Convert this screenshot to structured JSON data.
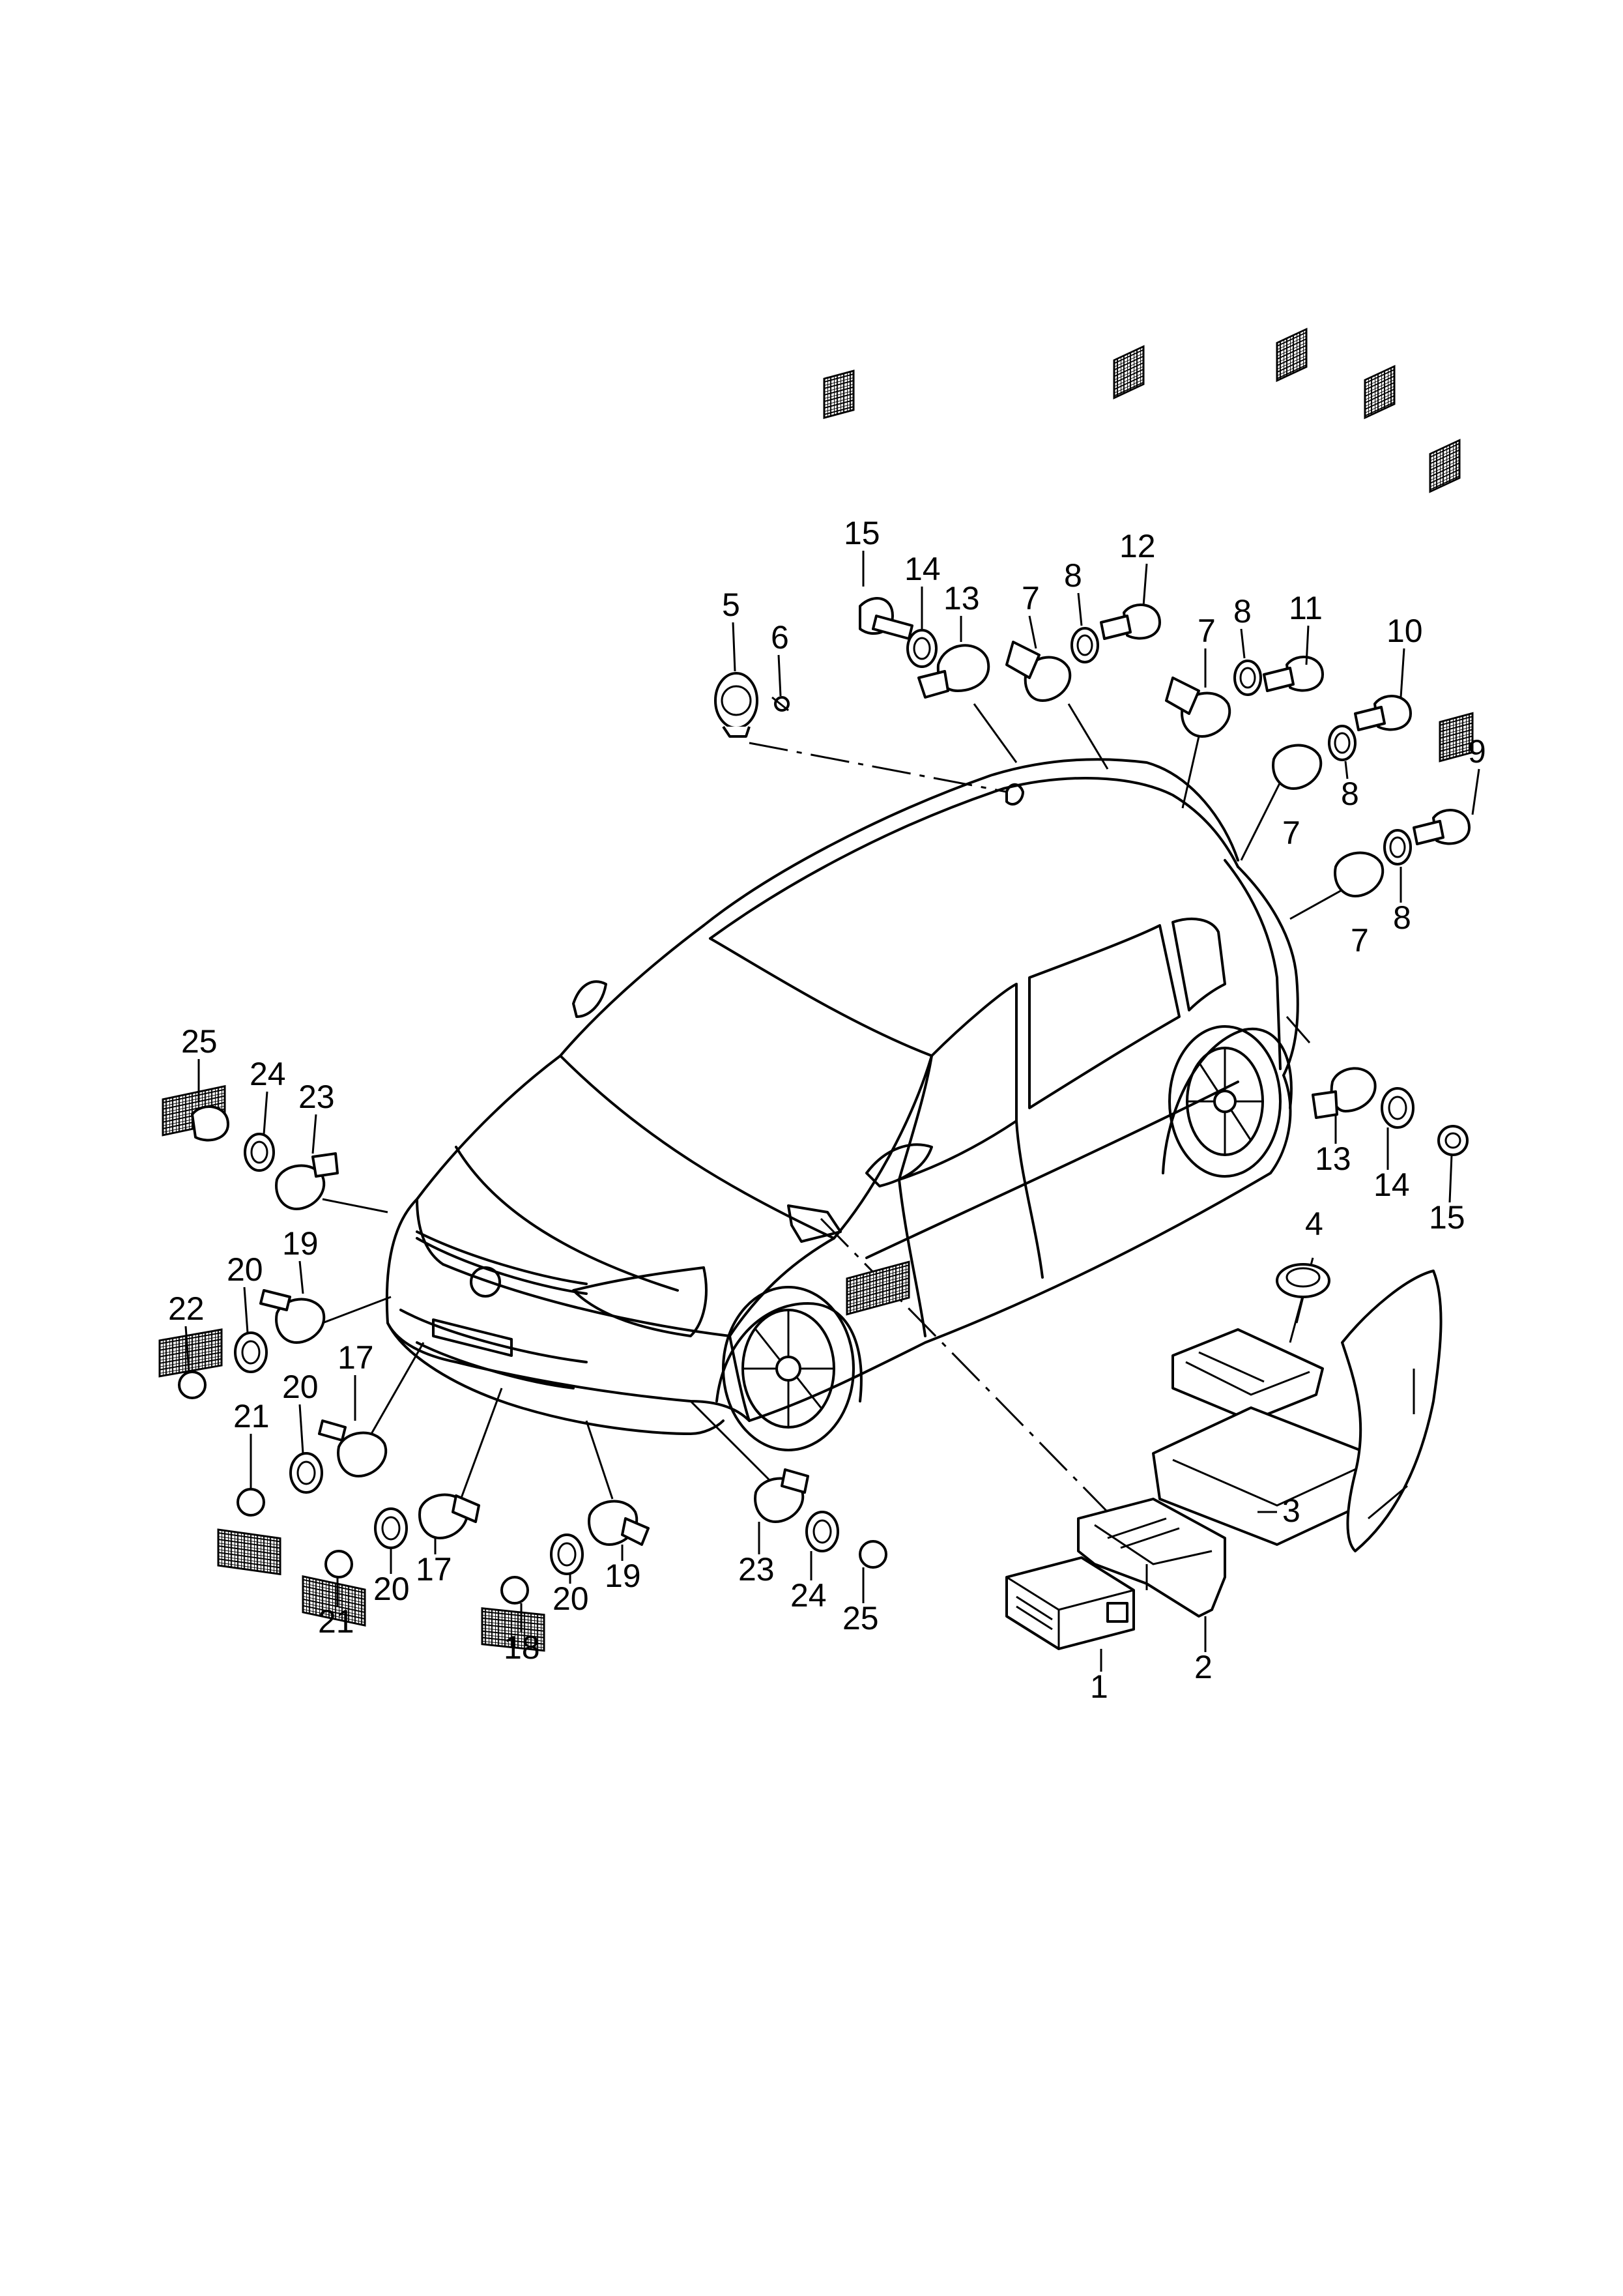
{
  "diagram": {
    "callouts": [
      "1",
      "2",
      "3",
      "4",
      "5",
      "6",
      "7",
      "8",
      "9",
      "10",
      "11",
      "12",
      "13",
      "14",
      "15",
      "17",
      "18",
      "19",
      "20",
      "21",
      "22",
      "23",
      "24",
      "25"
    ]
  }
}
